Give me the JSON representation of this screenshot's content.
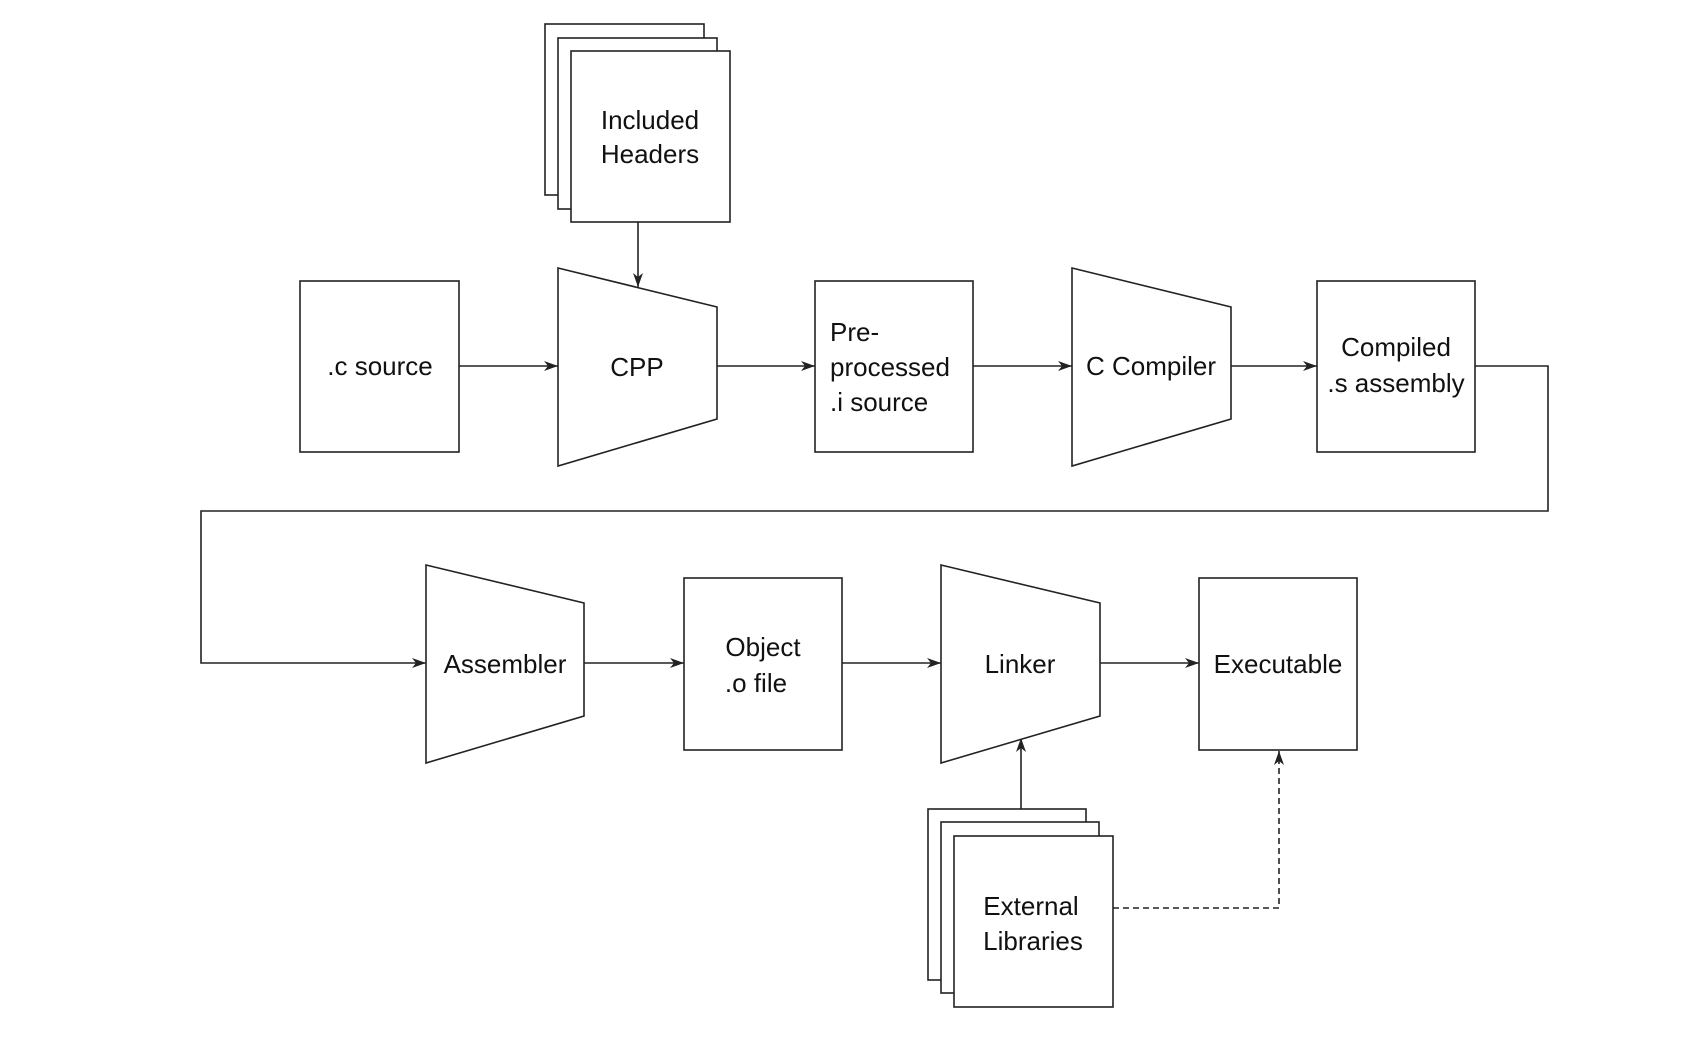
{
  "diagram": {
    "nodes": {
      "included_headers": {
        "lines": [
          "Included",
          "Headers"
        ],
        "kind": "stacked-documents"
      },
      "c_source": {
        "lines": [
          ".c source"
        ],
        "kind": "box"
      },
      "cpp": {
        "lines": [
          "CPP"
        ],
        "kind": "trapezoid"
      },
      "preprocessed": {
        "lines": [
          "Pre-",
          "processed",
          ".i source"
        ],
        "kind": "box"
      },
      "c_compiler": {
        "lines": [
          "C Compiler"
        ],
        "kind": "trapezoid"
      },
      "compiled": {
        "lines": [
          "Compiled",
          ".s assembly"
        ],
        "kind": "box"
      },
      "assembler": {
        "lines": [
          "Assembler"
        ],
        "kind": "trapezoid"
      },
      "object": {
        "lines": [
          "Object",
          ".o file"
        ],
        "kind": "box"
      },
      "linker": {
        "lines": [
          "Linker"
        ],
        "kind": "trapezoid"
      },
      "executable": {
        "lines": [
          "Executable"
        ],
        "kind": "box"
      },
      "external_libraries": {
        "lines": [
          "External",
          "Libraries"
        ],
        "kind": "stacked-documents"
      }
    },
    "edges": [
      {
        "from": "included_headers",
        "to": "cpp",
        "style": "solid"
      },
      {
        "from": "c_source",
        "to": "cpp",
        "style": "solid"
      },
      {
        "from": "cpp",
        "to": "preprocessed",
        "style": "solid"
      },
      {
        "from": "preprocessed",
        "to": "c_compiler",
        "style": "solid"
      },
      {
        "from": "c_compiler",
        "to": "compiled",
        "style": "solid"
      },
      {
        "from": "compiled",
        "to": "assembler",
        "style": "solid"
      },
      {
        "from": "assembler",
        "to": "object",
        "style": "solid"
      },
      {
        "from": "object",
        "to": "linker",
        "style": "solid"
      },
      {
        "from": "linker",
        "to": "executable",
        "style": "solid"
      },
      {
        "from": "external_libraries",
        "to": "linker",
        "style": "solid"
      },
      {
        "from": "external_libraries",
        "to": "executable",
        "style": "dashed"
      }
    ]
  }
}
